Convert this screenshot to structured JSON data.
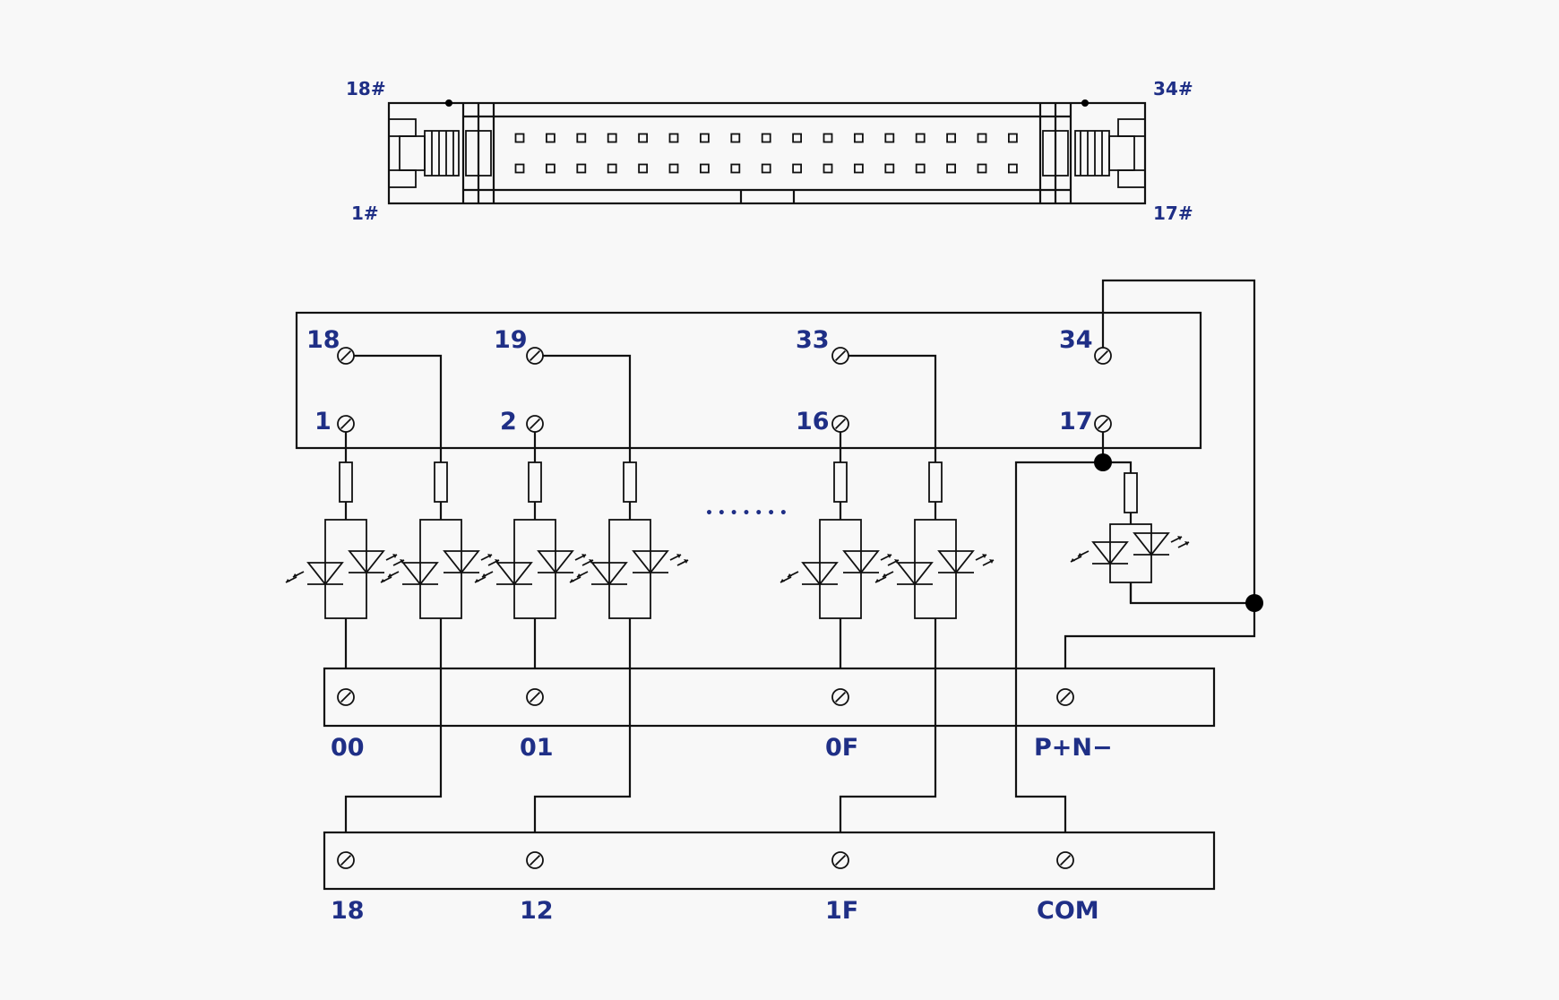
{
  "connector": {
    "corner_labels": {
      "top_left": "18#",
      "top_right": "34#",
      "bottom_left": "1#",
      "bottom_right": "17#"
    },
    "pins_per_row": 17
  },
  "pcb": {
    "top_row_labels": [
      "18",
      "19",
      "33",
      "34"
    ],
    "bottom_row_labels": [
      "1",
      "2",
      "16",
      "17"
    ]
  },
  "ellipsis": "• • • • • • •",
  "terminal_blocks": {
    "upper": [
      "00",
      "01",
      "0F",
      "P+N−"
    ],
    "lower": [
      "18",
      "12",
      "1F",
      "COM"
    ]
  },
  "colors": {
    "label": "#1f2f86",
    "line": "#111111",
    "background": "#f8f8f8"
  }
}
